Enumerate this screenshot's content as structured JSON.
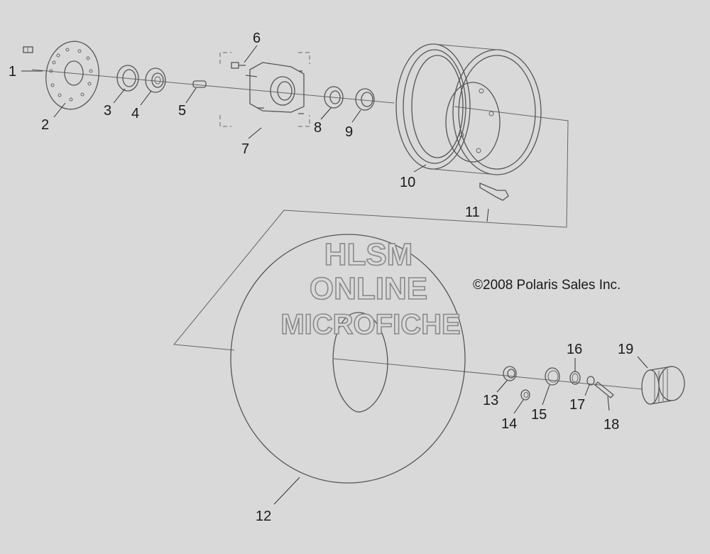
{
  "callouts": {
    "p1": "1",
    "p2": "2",
    "p3": "3",
    "p4": "4",
    "p5": "5",
    "p6": "6",
    "p7": "7",
    "p8": "8",
    "p9": "9",
    "p10": "10",
    "p11": "11",
    "p12": "12",
    "p13": "13",
    "p14": "14",
    "p15": "15",
    "p16": "16",
    "p17": "17",
    "p18": "18",
    "p19": "19"
  },
  "watermark": {
    "line1": "HLSM",
    "line2": "ONLINE",
    "line3": "MICROFICHE"
  },
  "copyright": "©2008 Polaris Sales Inc.",
  "colors": {
    "background": "#d9d9d9",
    "line": "#555555",
    "watermark_fill": "#d9d9d9",
    "watermark_stroke": "#8a8a8a"
  }
}
